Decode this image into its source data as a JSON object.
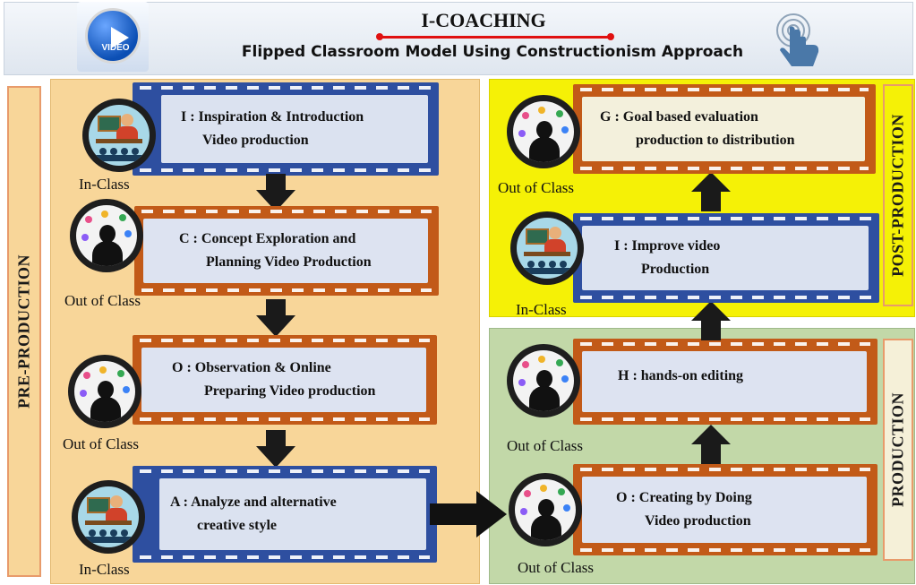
{
  "header": {
    "title": "I-COACHING",
    "subtitle": "Flipped Classroom Model Using Constructionism Approach",
    "video_logo_text": "VIDEO"
  },
  "sections": {
    "pre": "PRE-PRODUCTION",
    "post": "POST-PRODUCTION",
    "prod": "PRODUCTION"
  },
  "steps": {
    "i1": {
      "line1": "I : Inspiration & Introduction",
      "line2": "Video production",
      "mode": "In-Class"
    },
    "c": {
      "line1": "C : Concept Exploration and",
      "line2": "Planning Video Production",
      "mode": "Out of Class"
    },
    "o1": {
      "line1": "O : Observation & Online",
      "line2": "Preparing Video production",
      "mode": "Out of Class"
    },
    "a": {
      "line1": "A : Analyze and alternative",
      "line2": "creative style",
      "mode": "In-Class"
    },
    "o2": {
      "line1": "O : Creating by Doing",
      "line2": "Video production",
      "mode": "Out of Class"
    },
    "h": {
      "line1": "H  :  hands-on editing",
      "mode": "Out of Class"
    },
    "i2": {
      "line1": "I : Improve video",
      "line2": "Production",
      "mode": "In-Class"
    },
    "g": {
      "line1": "G : Goal based evaluation",
      "line2": "production to distribution",
      "mode": "Out of Class"
    }
  },
  "colors": {
    "pre_bg": "#f8d699",
    "post_bg": "#f5f106",
    "prod_bg": "#c2d8a8",
    "film_blue": "#2e4fa0",
    "film_orange": "#c25a18",
    "title_rule": "#e01010"
  },
  "icons": {
    "video": "video-play-icon",
    "tap": "touch-tap-icon",
    "in_class": "classroom-teacher-icon",
    "out_class": "student-silhouette-icon"
  }
}
